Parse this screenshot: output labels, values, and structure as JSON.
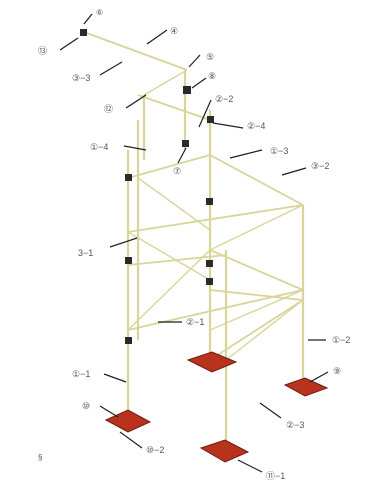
{
  "diagram": {
    "colors": {
      "frame": "#d8d49a",
      "frame_dark": "#b9b47a",
      "brace": "#d6d6a0",
      "clamp": "#2a2a2a",
      "plate": "#b8321e",
      "plate_edge": "#6e1c10",
      "arrow": "#1e1e1e",
      "text": "#555555"
    },
    "labels": {
      "l_top_left_num": "⑬",
      "l_top_num6": "⑥",
      "l_4": "④",
      "l_5": "⑤",
      "l_8": "⑧",
      "l_3_3": "③−3",
      "l_12": "⑫",
      "l_2_2": "②−2",
      "l_2_4": "②−4",
      "l_1_4": "①−4",
      "l_1_3": "①−3",
      "l_3_2": "③−2",
      "l_7": "⑦",
      "l_3_1": "3−1",
      "l_2_1": "②−1",
      "l_1_2": "①−2",
      "l_1_1": "①−1",
      "l_10": "⑩",
      "l_9": "⑨",
      "l_10_2": "⑩−2",
      "l_2_3": "②−3",
      "l_11_1": "⑪−1",
      "l_compass": "§"
    },
    "components": [
      "frame-post",
      "ledger",
      "transom",
      "diagonal-brace",
      "coupler-clamp",
      "base-plate"
    ]
  }
}
